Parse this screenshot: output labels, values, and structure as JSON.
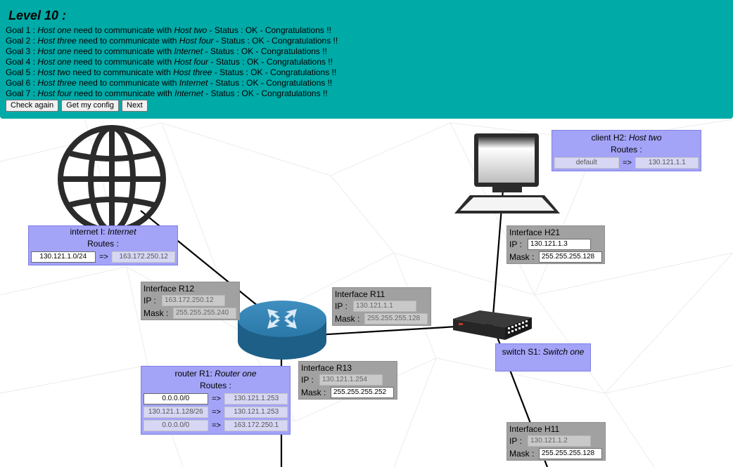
{
  "header": {
    "title": "Level 10 :",
    "goals": [
      {
        "prefix": "Goal 1 : ",
        "a": "Host one",
        "mid": " need to communicate with ",
        "b": "Host two",
        "status": " - Status : OK - Congratulations !!"
      },
      {
        "prefix": "Goal 2 : ",
        "a": "Host three",
        "mid": " need to communicate with ",
        "b": "Host four",
        "status": " - Status : OK - Congratulations !!"
      },
      {
        "prefix": "Goal 3 : ",
        "a": "Host one",
        "mid": " need to communicate with ",
        "b": "Internet",
        "status": " - Status : OK - Congratulations !!"
      },
      {
        "prefix": "Goal 4 : ",
        "a": "Host one",
        "mid": " need to communicate with ",
        "b": "Host four",
        "status": " - Status : OK - Congratulations !!"
      },
      {
        "prefix": "Goal 5 : ",
        "a": "Host two",
        "mid": " need to communicate with ",
        "b": "Host three",
        "status": " - Status : OK - Congratulations !!"
      },
      {
        "prefix": "Goal 6 : ",
        "a": "Host three",
        "mid": " need to communicate with ",
        "b": "Internet",
        "status": " - Status : OK - Congratulations !!"
      },
      {
        "prefix": "Goal 7 : ",
        "a": "Host four",
        "mid": " need to communicate with ",
        "b": "Internet",
        "status": " - Status : OK - Congratulations !!"
      }
    ],
    "buttons": {
      "check": "Check again",
      "config": "Get my config",
      "next": "Next"
    }
  },
  "internet": {
    "label": "internet I: ",
    "name": "Internet",
    "routes_label": "Routes :",
    "route": {
      "dest": "130.121.1.0/24",
      "arrow": "=>",
      "gw": "163.172.250.12"
    }
  },
  "client_h2": {
    "label": "client H2: ",
    "name": "Host two",
    "routes_label": "Routes :",
    "route": {
      "dest": "default",
      "arrow": "=>",
      "gw": "130.121.1.1"
    }
  },
  "interface_h21": {
    "title": "Interface H21",
    "ip_label": "IP :",
    "ip": "130.121.1.3",
    "mask_label": "Mask :",
    "mask": "255.255.255.128"
  },
  "interface_r12": {
    "title": "Interface R12",
    "ip_label": "IP :",
    "ip": "163.172.250.12",
    "mask_label": "Mask :",
    "mask": "255.255.255.240"
  },
  "interface_r11": {
    "title": "Interface R11",
    "ip_label": "IP :",
    "ip": "130.121.1.1",
    "mask_label": "Mask :",
    "mask": "255.255.255.128"
  },
  "interface_r13": {
    "title": "Interface R13",
    "ip_label": "IP :",
    "ip": "130.121.1.254",
    "mask_label": "Mask :",
    "mask": "255.255.255.252"
  },
  "interface_h11": {
    "title": "Interface H11",
    "ip_label": "IP :",
    "ip": "130.121.1.2",
    "mask_label": "Mask :",
    "mask": "255.255.255.128"
  },
  "switch_s1": {
    "label": "switch S1: ",
    "name": "Switch one"
  },
  "router_r1": {
    "label": "router R1: ",
    "name": "Router one",
    "routes_label": "Routes :",
    "routes": [
      {
        "dest": "0.0.0.0/0",
        "arrow": "=>",
        "gw": "130.121.1.253"
      },
      {
        "dest": "130.121.1.128/26",
        "arrow": "=>",
        "gw": "130.121.1.253"
      },
      {
        "dest": "0.0.0.0/0",
        "arrow": "=>",
        "gw": "163.172.250.1"
      }
    ]
  },
  "colors": {
    "header": "#00aaa7",
    "node_panel": "#a3a3f7",
    "interface_panel": "#a1a1a1"
  },
  "icons": [
    "globe-icon",
    "router-icon",
    "switch-icon",
    "laptop-icon"
  ]
}
